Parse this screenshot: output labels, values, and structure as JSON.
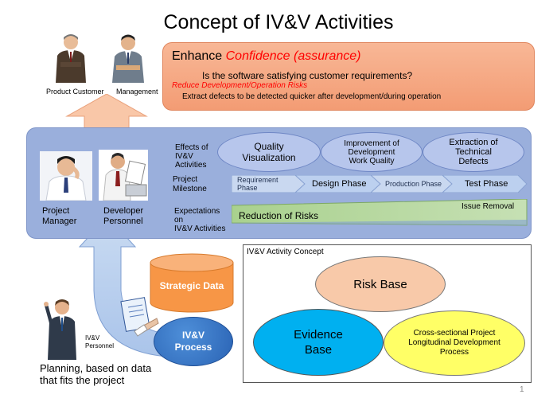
{
  "title": "Concept of IV&V Activities",
  "people": {
    "product_customer": "Product Customer",
    "management": "Management",
    "project_manager": "Project\nManager",
    "developer_personnel": "Developer\nPersonnel",
    "ivv_personnel": "IV&V\nPersonnel"
  },
  "enhance": {
    "prefix": "Enhance ",
    "confidence": "Confidence (assurance)",
    "question": "Is the software satisfying customer requirements?",
    "reduce": "Reduce Development/Operation Risks",
    "extract": "Extract defects to be detected quicker after development/during  operation"
  },
  "effects": {
    "label": "Effects of\nIV&V\nActivities",
    "items": [
      "Quality\nVisualization",
      "Improvement of\nDevelopment\nWork Quality",
      "Extraction of\nTechnical\nDefects"
    ]
  },
  "milestone": {
    "label": "Project\nMilestone",
    "phases": [
      "Requirement Phase",
      "Design Phase",
      "Production Phase",
      "Test Phase"
    ]
  },
  "expectations": {
    "label": "Expectations\non\nIV&V Activities",
    "issue_removal": "Issue Removal",
    "reduction": "Reduction of Risks"
  },
  "left_bottom": {
    "strategic_data": "Strategic Data",
    "ivv_process": "IV&V\nProcess",
    "planning": "Planning, based on data\nthat fits the project"
  },
  "concept": {
    "label": "IV&V Activity Concept",
    "risk_base": "Risk Base",
    "evidence_base": "Evidence\nBase",
    "cross_sectional": "Cross-sectional Project\nLongitudinal Development\nProcess"
  },
  "page_number": "1",
  "colors": {
    "band": "#9aafdc",
    "enhance_box": "#f6a882",
    "oval": "#b7c6ec",
    "risk_base": "#f8c9a9",
    "evidence_base": "#00b0f0",
    "cross_sectional": "#ffff66",
    "cylinder": "#f79646",
    "process_circle": "#2e6fc0",
    "red_text": "#ff0000"
  }
}
